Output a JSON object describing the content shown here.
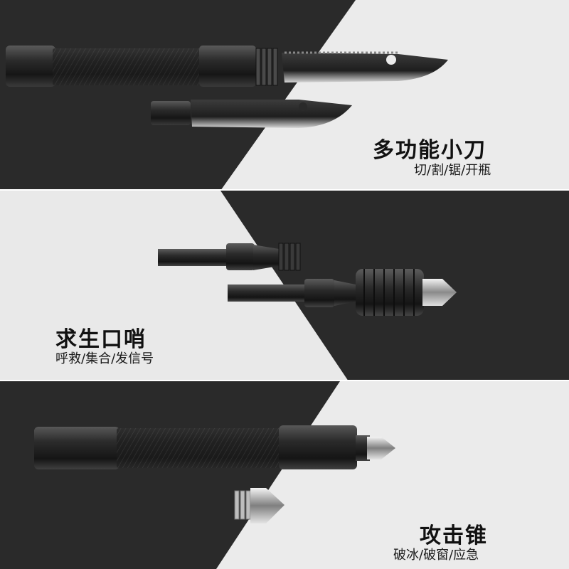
{
  "sections": [
    {
      "title": "多功能小刀",
      "subtitle": "切/割/锯/开瓶"
    },
    {
      "title": "求生口哨",
      "subtitle": "呼救/集合/发信号"
    },
    {
      "title": "攻击锥",
      "subtitle": "破冰/破窗/应急"
    }
  ],
  "colors": {
    "dark_bg": "#2a2a2a",
    "light_bg": "#e9e9e9",
    "metal": "#3a3a3a",
    "text": "#111111"
  }
}
